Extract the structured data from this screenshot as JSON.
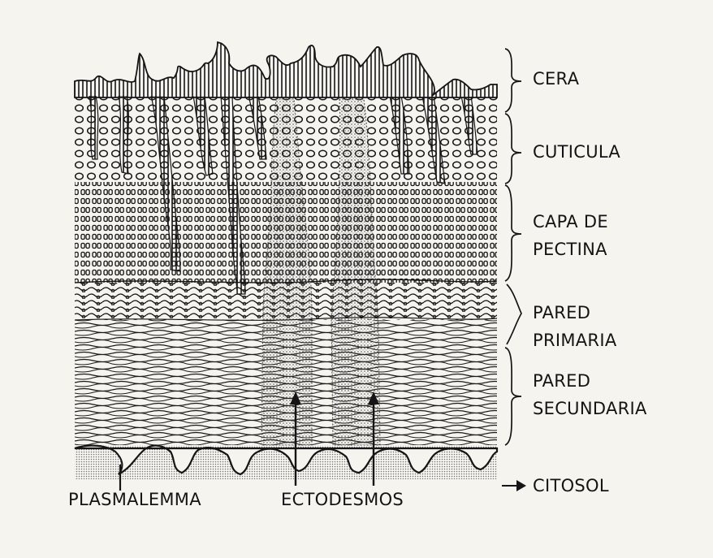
{
  "labels": {
    "cera": "CERA",
    "cuticula": "CUTICULA",
    "capa_de_pectina": {
      "line1": "CAPA DE",
      "line2": "PECTINA"
    },
    "pared_primaria": {
      "line1": "PARED",
      "line2": "PRIMARIA"
    },
    "pared_secundaria": {
      "line1": "PARED",
      "line2": "SECUNDARIA"
    },
    "citosol": "CITOSOL",
    "plasmalemma": "PLASMALEMMA",
    "ectodesmos": "ECTODESMOS"
  }
}
